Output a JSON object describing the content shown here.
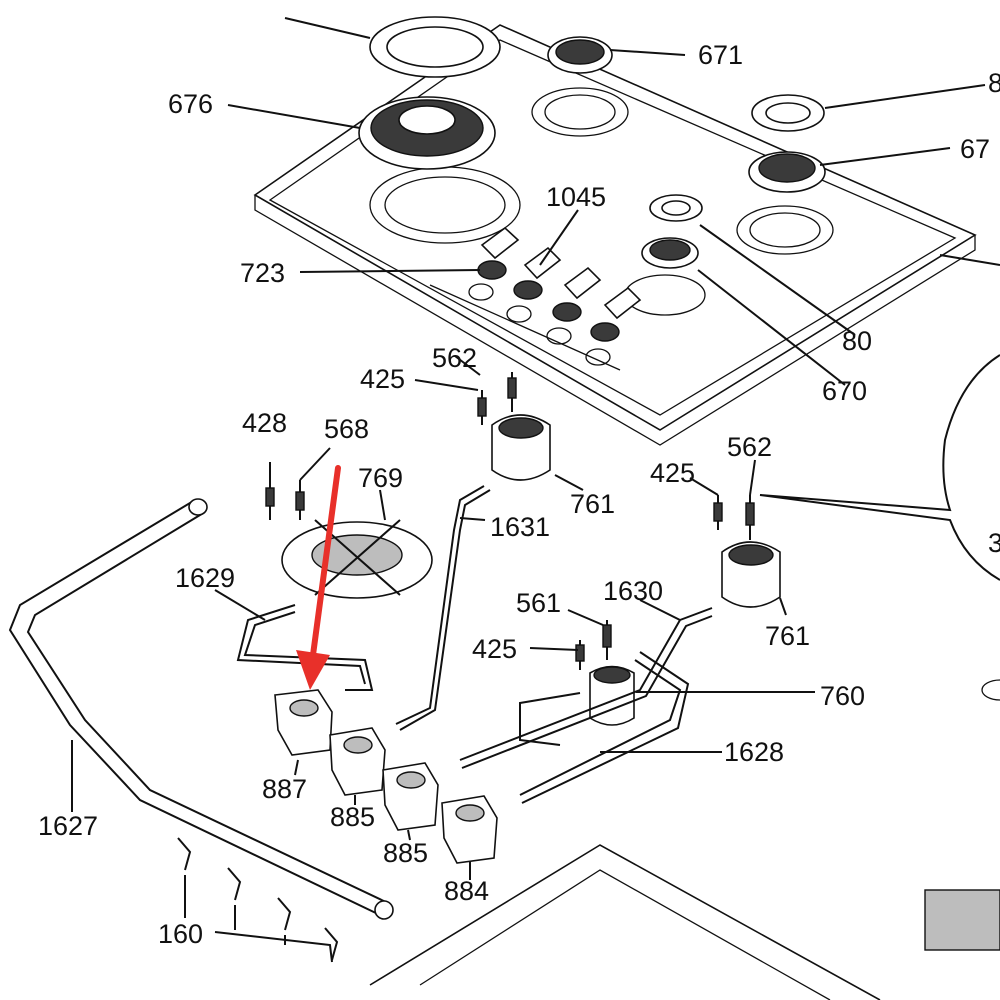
{
  "diagram": {
    "arrow_color": "#e8302a",
    "labels": {
      "p671": "671",
      "p8": "8",
      "p676": "676",
      "p67": "67",
      "p1045": "1045",
      "p723": "723",
      "p80": "80",
      "p670": "670",
      "p562a": "562",
      "p425a": "425",
      "p428": "428",
      "p568": "568",
      "p769": "769",
      "p761a": "761",
      "p1631": "1631",
      "p425b": "425",
      "p562b": "562",
      "p3": "3",
      "p1629": "1629",
      "p561": "561",
      "p1630": "1630",
      "p761b": "761",
      "p425c": "425",
      "p760": "760",
      "p1628": "1628",
      "p887": "887",
      "p885a": "885",
      "p885b": "885",
      "p884": "884",
      "p1627": "1627",
      "p160": "160"
    }
  }
}
